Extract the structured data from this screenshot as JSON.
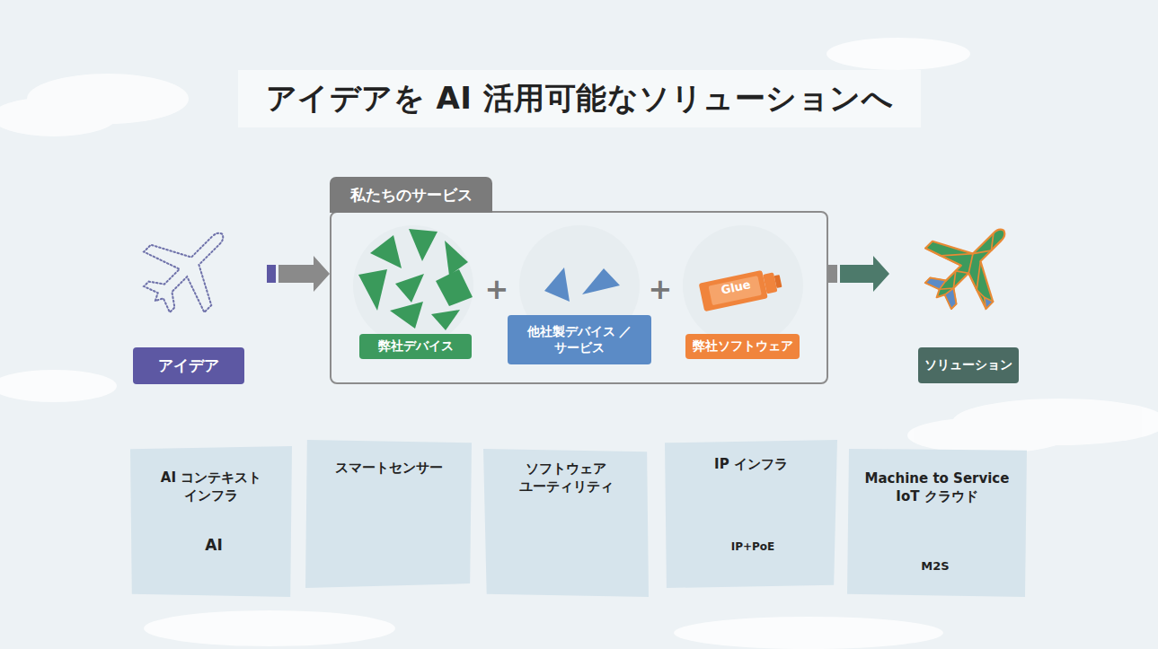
{
  "diagram": {
    "title": "アイデアを AI 活用可能なソリューションへ",
    "nodes": [
      {
        "text": [
          "アイデア"
        ]
      },
      {
        "text": [
          "私たちのサービス"
        ]
      },
      {
        "text": [
          "弊社デバイス"
        ],
        "in": 1
      },
      {
        "text": [
          "他社製デバイス ／サービス"
        ],
        "in": 1
      },
      {
        "text": [
          "弊社ソフトウェア"
        ],
        "in": 1
      },
      {
        "text": [
          "ソリューション"
        ]
      },
      {
        "text": [
          "AI コンテキスト インフラ"
        ]
      },
      {
        "text": [
          "スマートセンサー"
        ]
      },
      {
        "text": [
          "ソフトウェア ユーティリティ"
        ]
      },
      {
        "text": [
          "IP インフラ"
        ]
      },
      {
        "text": [
          "Machine to Service IoT クラウド"
        ]
      }
    ],
    "edges": [
      {
        "from": 0,
        "to": 1,
        "arrow": "to"
      },
      {
        "from": 1,
        "to": 5,
        "arrow": "to"
      }
    ],
    "labels": [
      "+",
      "+",
      "Glue",
      "AI",
      "IP+PoE",
      "M2S"
    ]
  }
}
